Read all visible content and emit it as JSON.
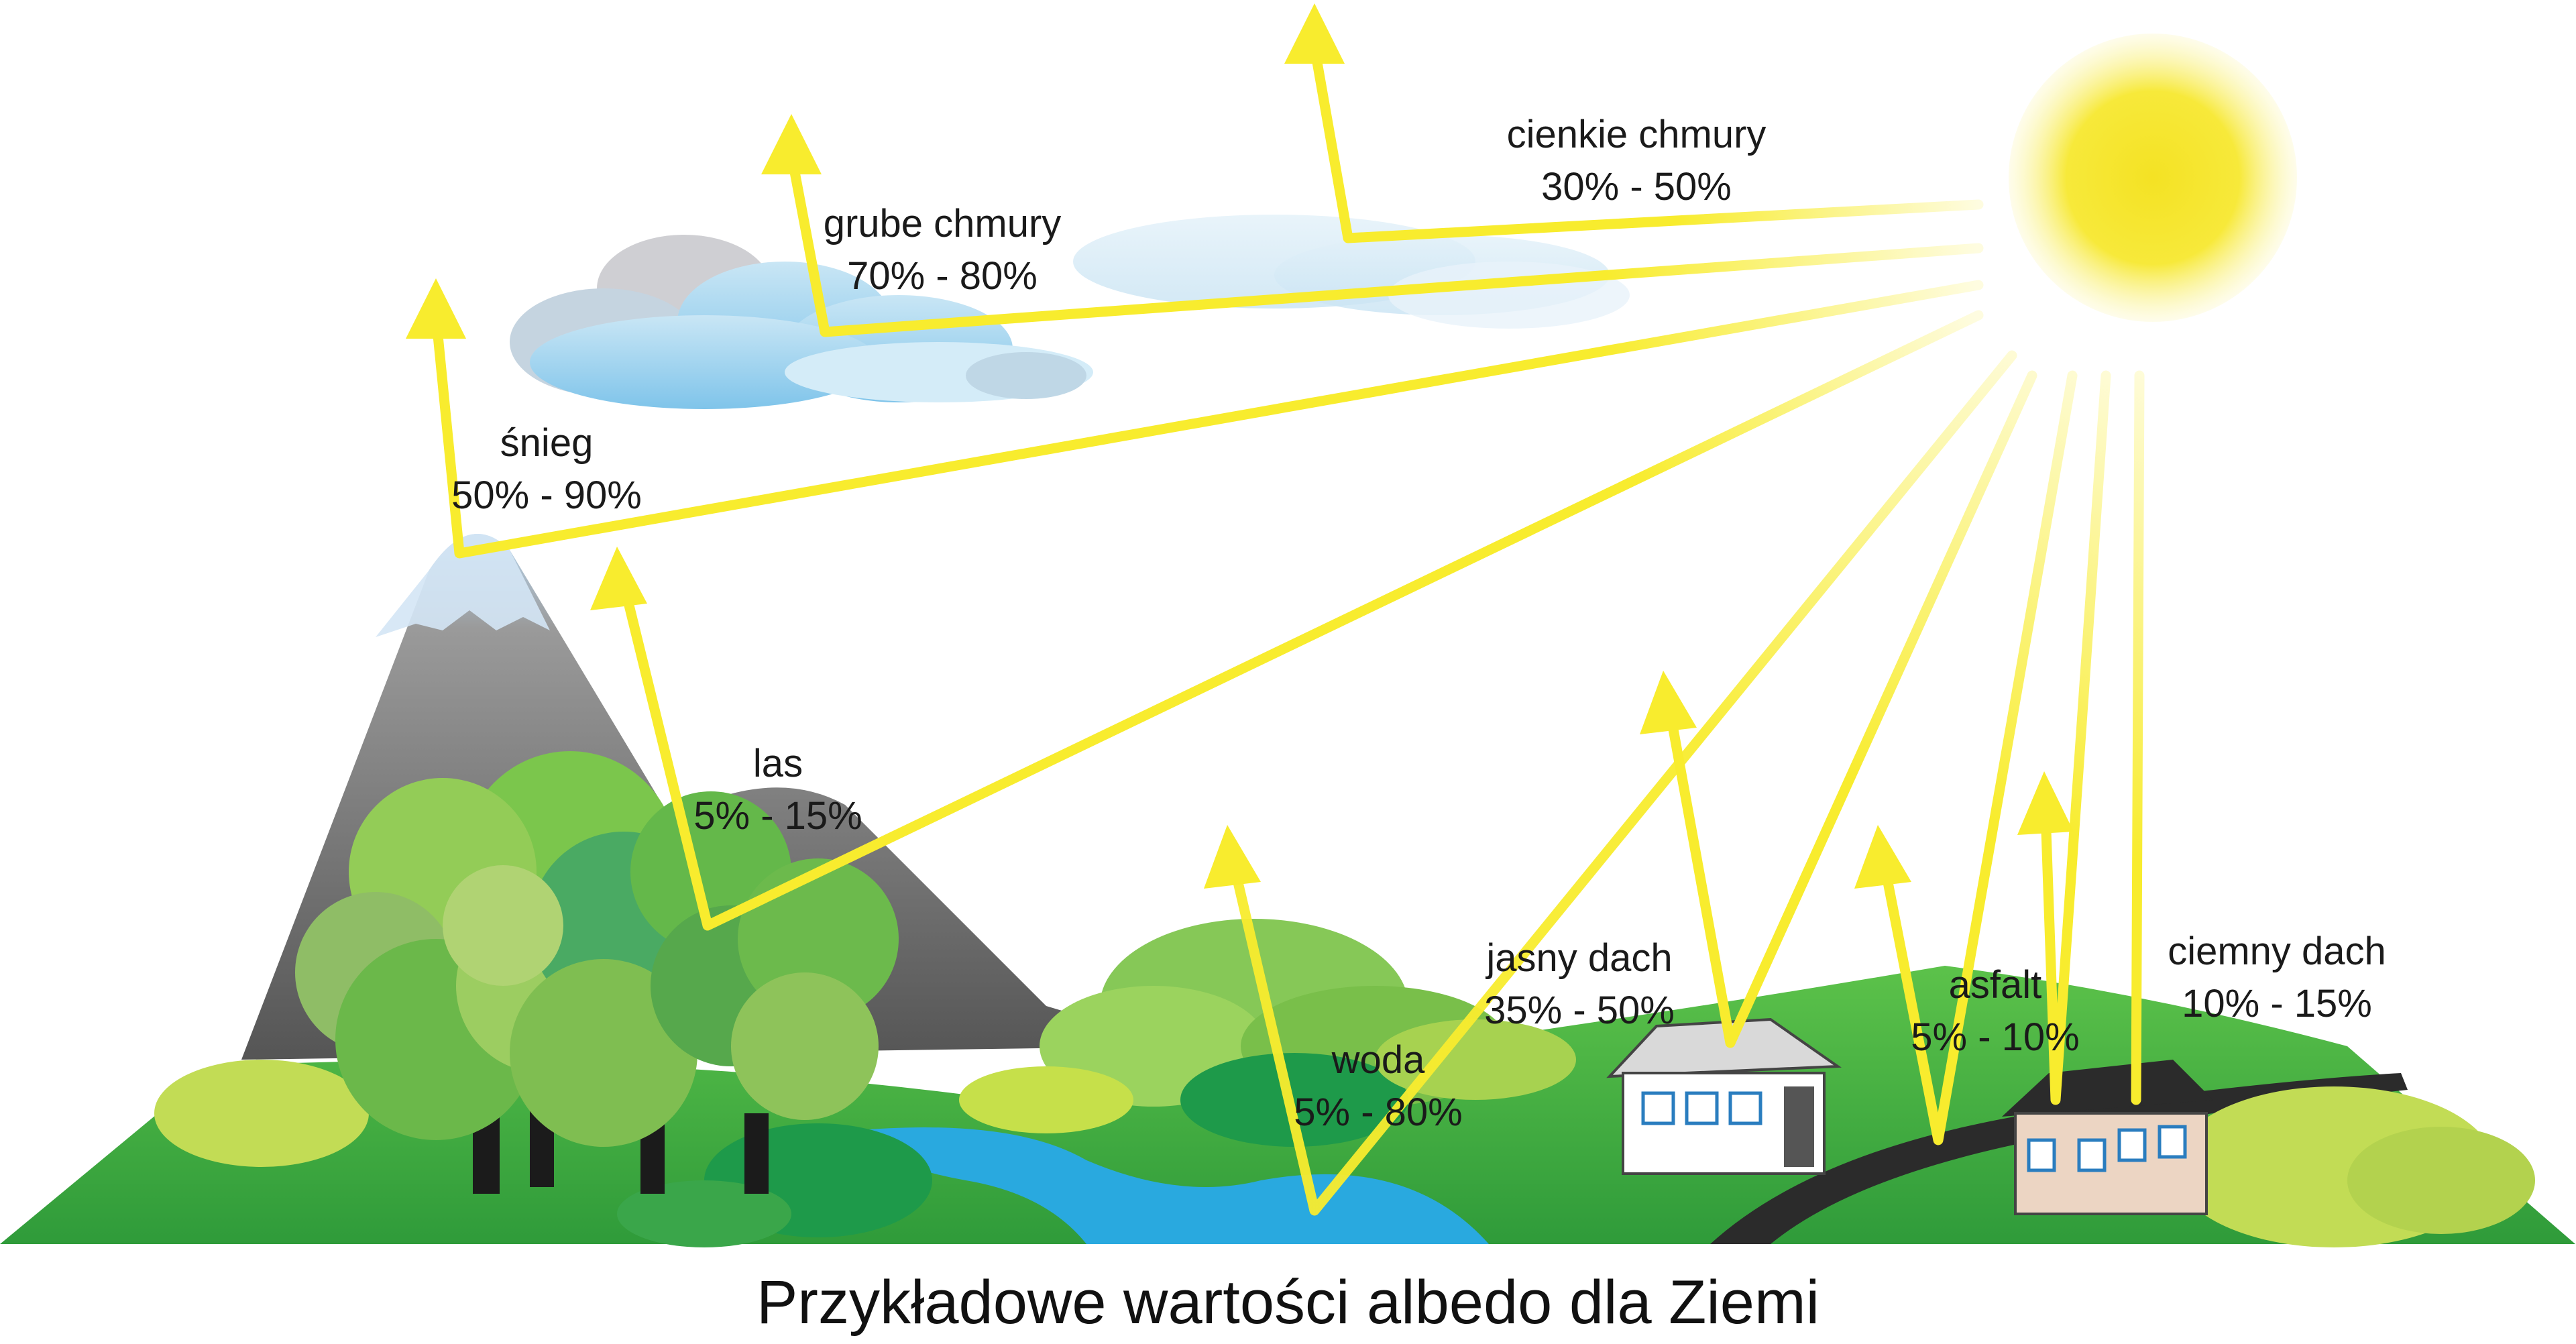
{
  "caption": "Przykładowe wartości albedo dla Ziemi",
  "colors": {
    "sun": "#f6e72b",
    "ray": "#f8ec2e",
    "ground": "#41b23e",
    "water": "#29a9df",
    "mountain": "#6e6e6e",
    "road": "#2b2b2b"
  },
  "labels": {
    "thin_clouds": {
      "name": "cienkie chmury",
      "value": "30% - 50%"
    },
    "thick_clouds": {
      "name": "grube chmury",
      "value": "70% - 80%"
    },
    "snow": {
      "name": "śnieg",
      "value": "50% - 90%"
    },
    "forest": {
      "name": "las",
      "value": "5% - 15%"
    },
    "water": {
      "name": "woda",
      "value": "5% - 80%"
    },
    "light_roof": {
      "name": "jasny dach",
      "value": "35% - 50%"
    },
    "asphalt": {
      "name": "asfalt",
      "value": "5% - 10%"
    },
    "dark_roof": {
      "name": "ciemny dach",
      "value": "10% - 15%"
    }
  }
}
